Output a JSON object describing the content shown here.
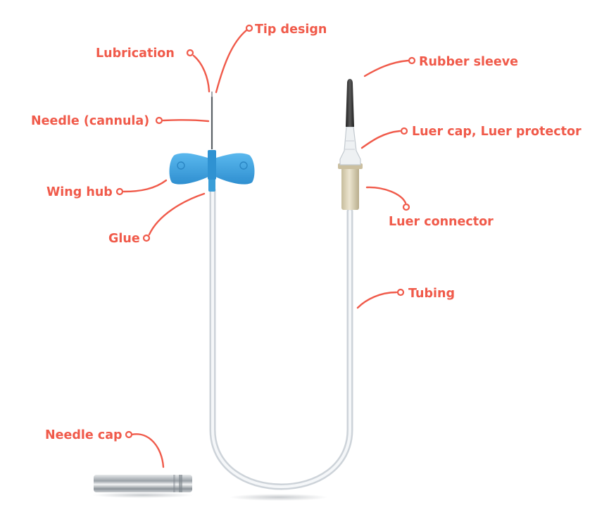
{
  "labels": {
    "tip_design": "Tip design",
    "lubrication": "Lubrication",
    "needle_cannula": "Needle (cannula)",
    "wing_hub": "Wing hub",
    "glue": "Glue",
    "rubber_sleeve": "Rubber sleeve",
    "luer_cap": "Luer cap, Luer protector",
    "luer_connector": "Luer connector",
    "tubing": "Tubing",
    "needle_cap": "Needle cap"
  },
  "colors": {
    "accent": "#f05a4a",
    "wing": "#3ea4e0",
    "rubber": "#3a3a3a",
    "connector": "#d8ceb2",
    "tubing": "#d9dfe4"
  }
}
